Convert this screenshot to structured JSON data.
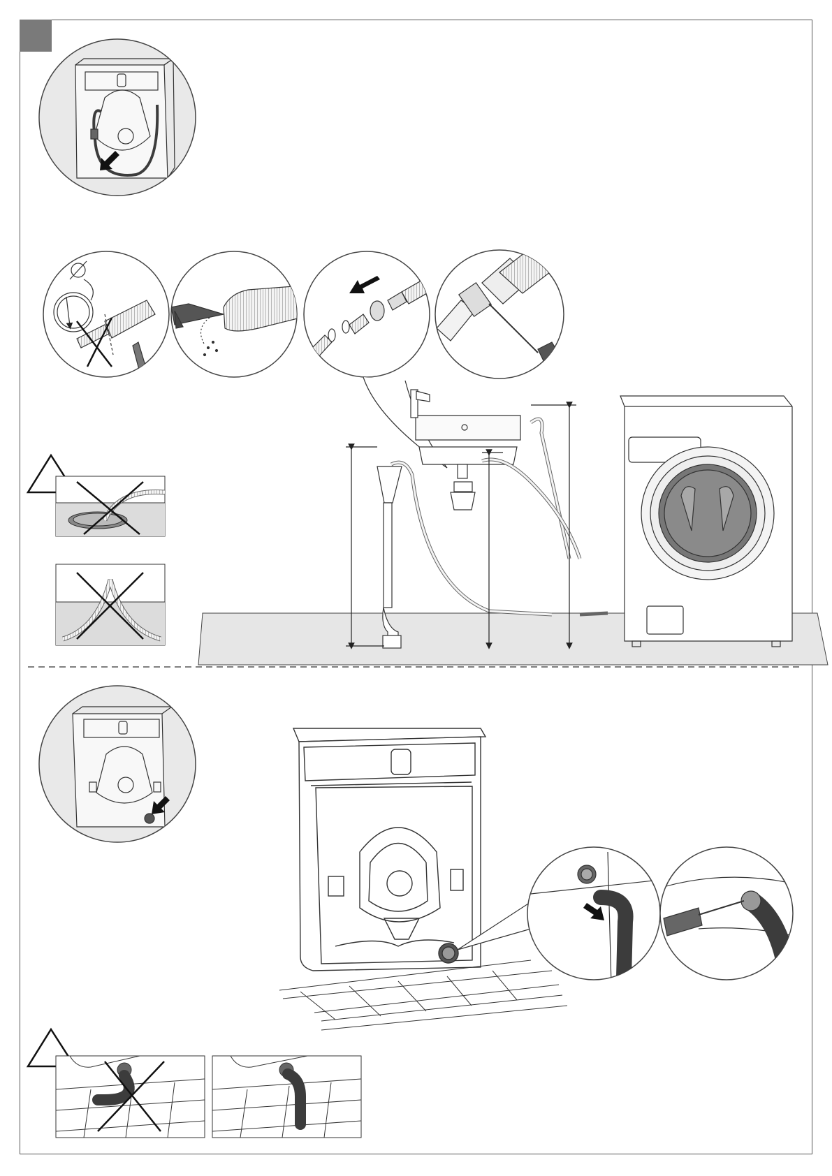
{
  "page": {
    "background": "#ffffff",
    "frame_color": "#555555",
    "tab_color": "#7a7a7a",
    "line_color": "#333333",
    "hose_dark": "#3c3c3c",
    "floor_color": "#e6e6e6"
  },
  "sections": [
    {
      "panels": [
        "inset-back-hose-clip",
        "inset-hose-diameter",
        "inset-cut-hose-end",
        "inset-assemble-adapter",
        "inset-tighten-clamp",
        "drain-height-scene",
        "warning-floor-drain",
        "warning-hose-loop"
      ]
    },
    {
      "panels": [
        "inset-back-drain-outlet",
        "machine-rear-view",
        "inset-insert-hose",
        "inset-screw-clamp",
        "warning-kinked-hose",
        "correct-hose-bend"
      ]
    }
  ],
  "icons": {
    "warning": "warning-triangle-icon",
    "prohibited": "cross-out-icon",
    "direction": "arrow-icon",
    "diameter": "diameter-icon"
  }
}
